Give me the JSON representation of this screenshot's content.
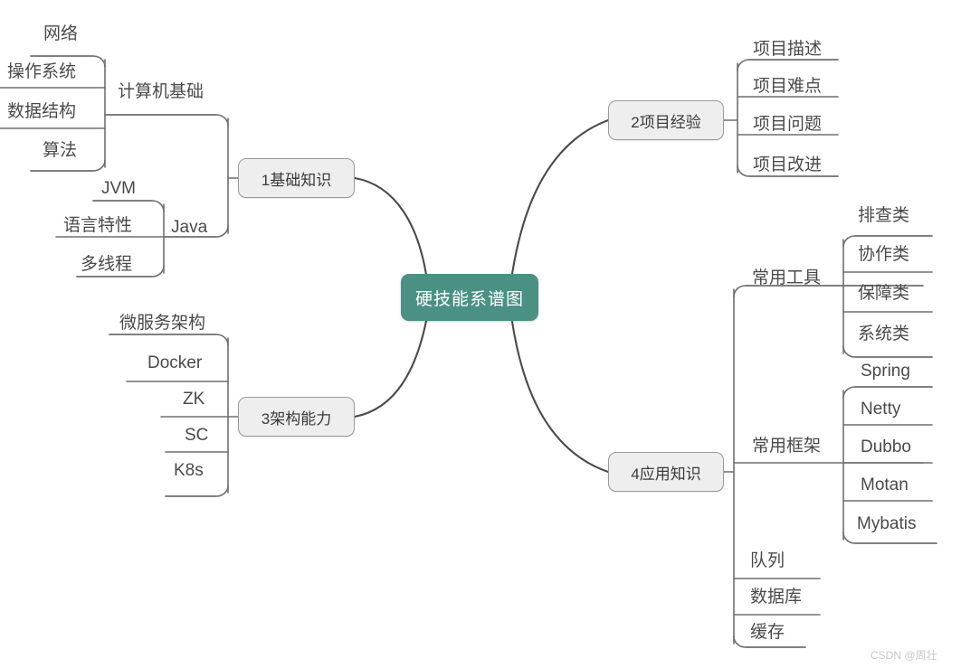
{
  "title": "硬技能系谱图",
  "watermark": "CSDN @周壮",
  "colors": {
    "root_fill": "#4a9184",
    "root_text": "#ffffff",
    "branch_fill": "#eeeeee",
    "branch_border": "#9a9a9a",
    "line": "#6f6f6f",
    "leaf_text": "#4a4a4a",
    "background": "#ffffff"
  },
  "root": {
    "label": "硬技能系谱图"
  },
  "branches": [
    {
      "id": "basics",
      "label": "1基础知识",
      "side": "left",
      "groups": [
        {
          "label": "计算机基础",
          "items": [
            "网络",
            "操作系统",
            "数据结构",
            "算法"
          ]
        },
        {
          "label": "Java",
          "items": [
            "JVM",
            "语言特性",
            "多线程"
          ]
        }
      ]
    },
    {
      "id": "project",
      "label": "2项目经验",
      "side": "right",
      "groups": [
        {
          "label": "",
          "items": [
            "项目描述",
            "项目难点",
            "项目问题",
            "项目改进"
          ]
        }
      ]
    },
    {
      "id": "architecture",
      "label": "3架构能力",
      "side": "left",
      "groups": [
        {
          "label": "",
          "items": [
            "微服务架构",
            "Docker",
            "ZK",
            "SC",
            "K8s"
          ]
        }
      ]
    },
    {
      "id": "application",
      "label": "4应用知识",
      "side": "right",
      "groups": [
        {
          "label": "常用工具",
          "items": [
            "排查类",
            "协作类",
            "保障类",
            "系统类"
          ]
        },
        {
          "label": "常用框架",
          "items": [
            "Spring",
            "Netty",
            "Dubbo",
            "Motan",
            "Mybatis"
          ]
        },
        {
          "label": "",
          "items": [
            "队列",
            "数据库",
            "缓存"
          ]
        }
      ]
    }
  ],
  "labels": {
    "root": "硬技能系谱图",
    "b1": "1基础知识",
    "b2": "2项目经验",
    "b3": "3架构能力",
    "b4": "4应用知识",
    "g_cs": "计算机基础",
    "g_java": "Java",
    "g_tools": "常用工具",
    "g_frameworks": "常用框架",
    "l_network": "网络",
    "l_os": "操作系统",
    "l_ds": "数据结构",
    "l_algo": "算法",
    "l_jvm": "JVM",
    "l_lang": "语言特性",
    "l_thread": "多线程",
    "l_pdesc": "项目描述",
    "l_pdiff": "项目难点",
    "l_pissue": "项目问题",
    "l_pimprove": "项目改进",
    "l_micro": "微服务架构",
    "l_docker": "Docker",
    "l_zk": "ZK",
    "l_sc": "SC",
    "l_k8s": "K8s",
    "l_check": "排查类",
    "l_collab": "协作类",
    "l_guard": "保障类",
    "l_system": "系统类",
    "l_spring": "Spring",
    "l_netty": "Netty",
    "l_dubbo": "Dubbo",
    "l_motan": "Motan",
    "l_mybatis": "Mybatis",
    "l_queue": "队列",
    "l_db": "数据库",
    "l_cache": "缓存"
  }
}
